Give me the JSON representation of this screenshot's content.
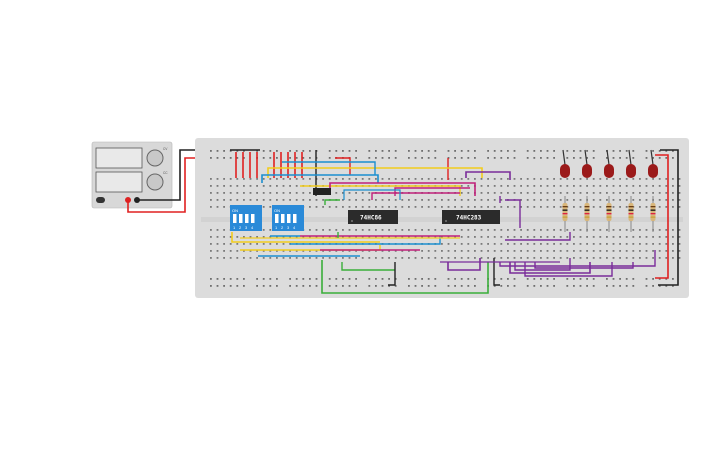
{
  "chips": {
    "xor_label": "74HC86",
    "adder_label": "74HC283"
  },
  "dip_switches": {
    "on_label": "ON",
    "numbers": [
      "1",
      "2",
      "3",
      "4"
    ]
  },
  "power_supply": {
    "knob1_label": "CV",
    "knob2_label": "CC"
  },
  "colors": {
    "breadboard": "#dcdcdc",
    "wire_red": "#e02020",
    "wire_yellow": "#f2cc1c",
    "wire_blue": "#1b8fd0",
    "wire_purple": "#7a2c9a",
    "wire_magenta": "#c0207a",
    "wire_green": "#3aae3a",
    "wire_black": "#222222",
    "led": "#9b1a1a",
    "dip": "#2a8ad8"
  }
}
